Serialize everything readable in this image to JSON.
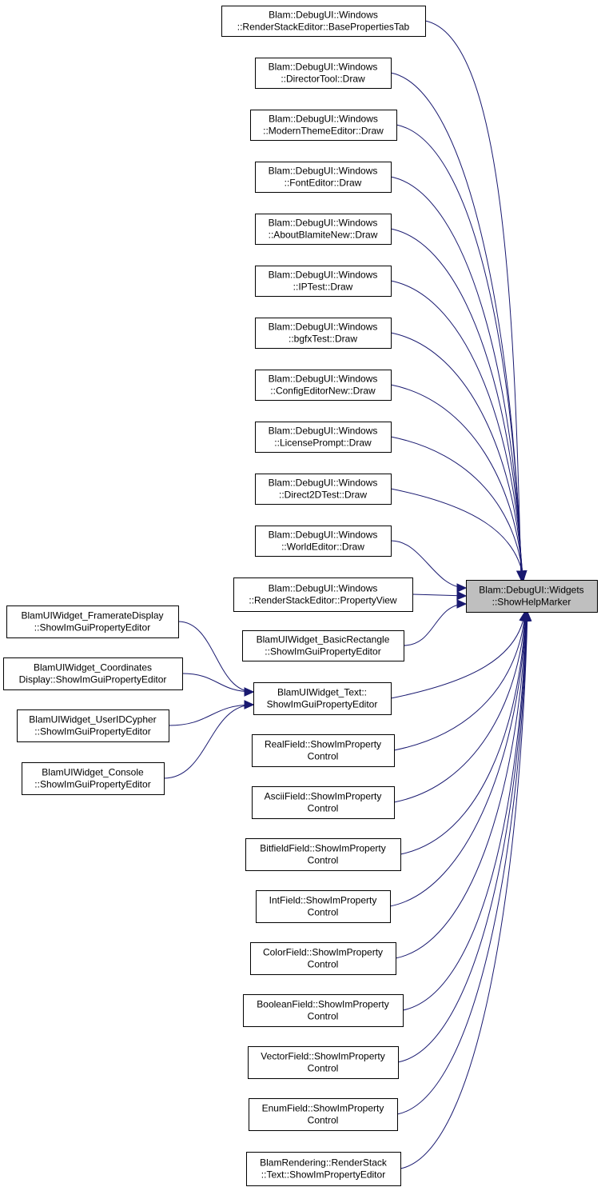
{
  "colors": {
    "edge": "#191970",
    "node_fill": "#ffffff",
    "target_fill": "#bfbfbf",
    "border": "#000000"
  },
  "target": {
    "id": "target",
    "lines": [
      "Blam::DebugUI::Widgets",
      "::ShowHelpMarker"
    ]
  },
  "nodes": [
    {
      "id": "n1",
      "lines": [
        "Blam::DebugUI::Windows",
        "::RenderStackEditor::BasePropertiesTab"
      ]
    },
    {
      "id": "n2",
      "lines": [
        "Blam::DebugUI::Windows",
        "::DirectorTool::Draw"
      ]
    },
    {
      "id": "n3",
      "lines": [
        "Blam::DebugUI::Windows",
        "::ModernThemeEditor::Draw"
      ]
    },
    {
      "id": "n4",
      "lines": [
        "Blam::DebugUI::Windows",
        "::FontEditor::Draw"
      ]
    },
    {
      "id": "n5",
      "lines": [
        "Blam::DebugUI::Windows",
        "::AboutBlamiteNew::Draw"
      ]
    },
    {
      "id": "n6",
      "lines": [
        "Blam::DebugUI::Windows",
        "::IPTest::Draw"
      ]
    },
    {
      "id": "n7",
      "lines": [
        "Blam::DebugUI::Windows",
        "::bgfxTest::Draw"
      ]
    },
    {
      "id": "n8",
      "lines": [
        "Blam::DebugUI::Windows",
        "::ConfigEditorNew::Draw"
      ]
    },
    {
      "id": "n9",
      "lines": [
        "Blam::DebugUI::Windows",
        "::LicensePrompt::Draw"
      ]
    },
    {
      "id": "n10",
      "lines": [
        "Blam::DebugUI::Windows",
        "::Direct2DTest::Draw"
      ]
    },
    {
      "id": "n11",
      "lines": [
        "Blam::DebugUI::Windows",
        "::WorldEditor::Draw"
      ]
    },
    {
      "id": "n12",
      "lines": [
        "Blam::DebugUI::Windows",
        "::RenderStackEditor::PropertyView"
      ]
    },
    {
      "id": "n13",
      "lines": [
        "BlamUIWidget_BasicRectangle",
        "::ShowImGuiPropertyEditor"
      ]
    },
    {
      "id": "n14",
      "lines": [
        "BlamUIWidget_Text::",
        "ShowImGuiPropertyEditor"
      ]
    },
    {
      "id": "n15",
      "lines": [
        "RealField::ShowImProperty",
        "Control"
      ]
    },
    {
      "id": "n16",
      "lines": [
        "AsciiField::ShowImProperty",
        "Control"
      ]
    },
    {
      "id": "n17",
      "lines": [
        "BitfieldField::ShowImProperty",
        "Control"
      ]
    },
    {
      "id": "n18",
      "lines": [
        "IntField::ShowImProperty",
        "Control"
      ]
    },
    {
      "id": "n19",
      "lines": [
        "ColorField::ShowImProperty",
        "Control"
      ]
    },
    {
      "id": "n20",
      "lines": [
        "BooleanField::ShowImProperty",
        "Control"
      ]
    },
    {
      "id": "n21",
      "lines": [
        "VectorField::ShowImProperty",
        "Control"
      ]
    },
    {
      "id": "n22",
      "lines": [
        "EnumField::ShowImProperty",
        "Control"
      ]
    },
    {
      "id": "n23",
      "lines": [
        "BlamRendering::RenderStack",
        "::Text::ShowImPropertyEditor"
      ]
    },
    {
      "id": "n24",
      "lines": [
        "BlamUIWidget_FramerateDisplay",
        "::ShowImGuiPropertyEditor"
      ]
    },
    {
      "id": "n25",
      "lines": [
        "BlamUIWidget_Coordinates",
        "Display::ShowImGuiPropertyEditor"
      ]
    },
    {
      "id": "n26",
      "lines": [
        "BlamUIWidget_UserIDCypher",
        "::ShowImGuiPropertyEditor"
      ]
    },
    {
      "id": "n27",
      "lines": [
        "BlamUIWidget_Console",
        "::ShowImGuiPropertyEditor"
      ]
    }
  ],
  "edges": [
    {
      "from": "n1",
      "to": "target"
    },
    {
      "from": "n2",
      "to": "target"
    },
    {
      "from": "n3",
      "to": "target"
    },
    {
      "from": "n4",
      "to": "target"
    },
    {
      "from": "n5",
      "to": "target"
    },
    {
      "from": "n6",
      "to": "target"
    },
    {
      "from": "n7",
      "to": "target"
    },
    {
      "from": "n8",
      "to": "target"
    },
    {
      "from": "n9",
      "to": "target"
    },
    {
      "from": "n10",
      "to": "target"
    },
    {
      "from": "n11",
      "to": "target"
    },
    {
      "from": "n12",
      "to": "target"
    },
    {
      "from": "n13",
      "to": "target"
    },
    {
      "from": "n14",
      "to": "target"
    },
    {
      "from": "n15",
      "to": "target"
    },
    {
      "from": "n16",
      "to": "target"
    },
    {
      "from": "n17",
      "to": "target"
    },
    {
      "from": "n18",
      "to": "target"
    },
    {
      "from": "n19",
      "to": "target"
    },
    {
      "from": "n20",
      "to": "target"
    },
    {
      "from": "n21",
      "to": "target"
    },
    {
      "from": "n22",
      "to": "target"
    },
    {
      "from": "n23",
      "to": "target"
    },
    {
      "from": "n24",
      "to": "n14"
    },
    {
      "from": "n25",
      "to": "n14"
    },
    {
      "from": "n26",
      "to": "n14"
    },
    {
      "from": "n27",
      "to": "n14"
    }
  ]
}
